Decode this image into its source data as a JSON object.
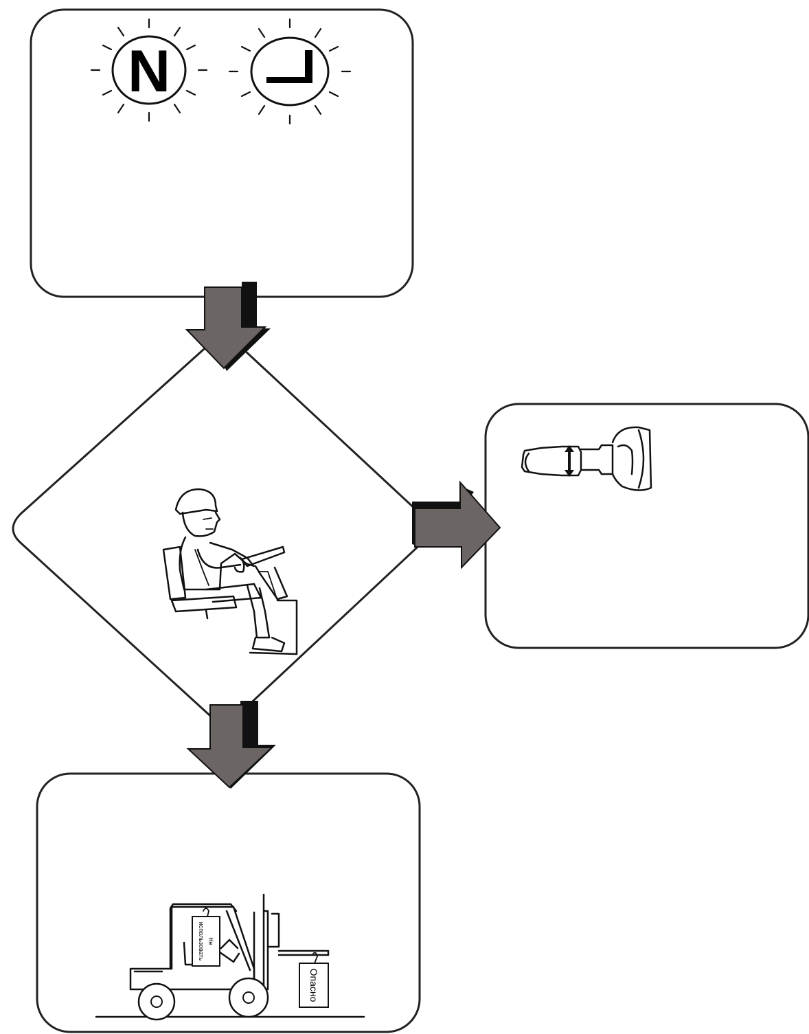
{
  "labels": {
    "neutral_letter": "N",
    "forklift_tag_left_line1": "Не",
    "forklift_tag_left_line2": "использовать",
    "forklift_tag_right": "Опасно"
  },
  "colors": {
    "arrow_fill": "#6b6664",
    "outline": "#222222",
    "background": "#ffffff"
  },
  "icons": {
    "top_box": [
      "neutral-indicator-icon",
      "parking-brake-indicator-icon"
    ],
    "decision": "operator-seated-icon",
    "right_box": "control-lever-icon",
    "bottom_box": "forklift-tagged-icon"
  }
}
